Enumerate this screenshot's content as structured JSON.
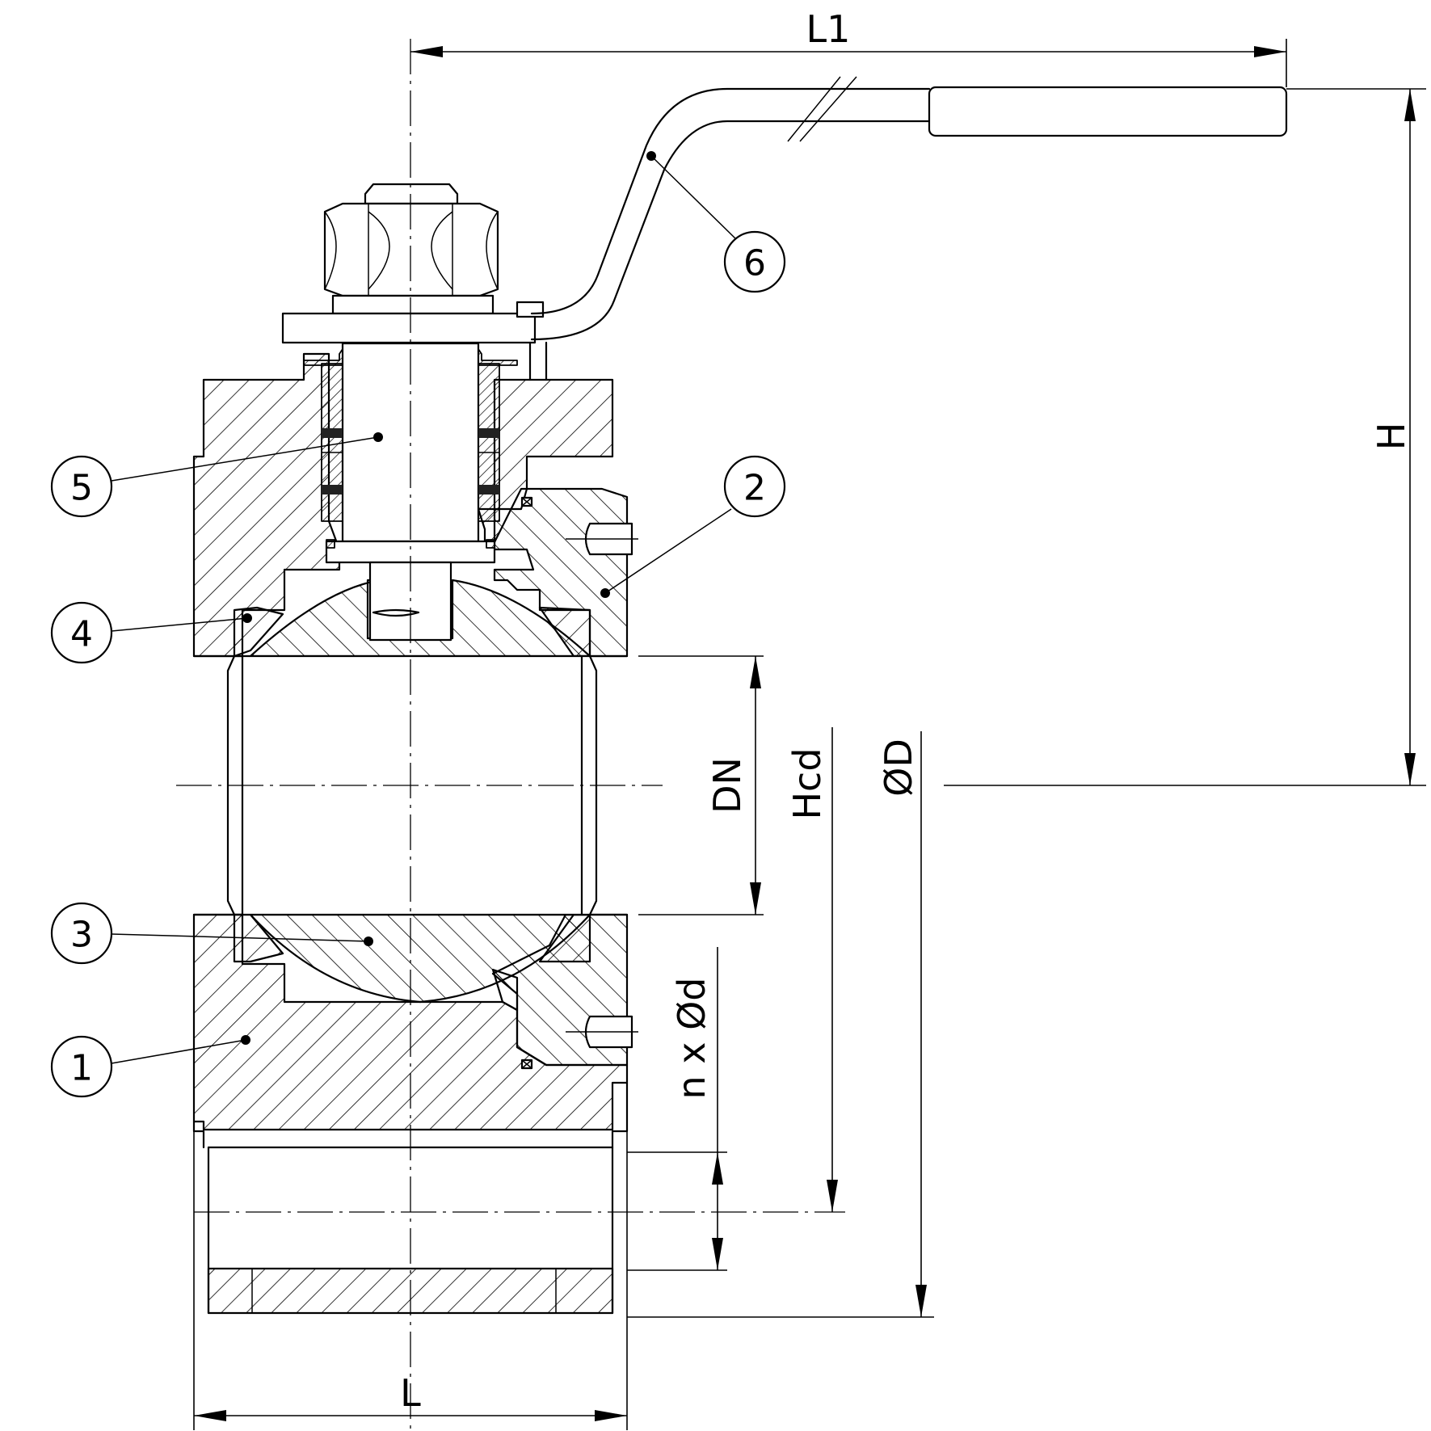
{
  "dimensions": {
    "L1": "L1",
    "L": "L",
    "H": "H",
    "DN": "DN",
    "Hcd": "Hcd",
    "D": "ØD",
    "nd": "n x Ød"
  },
  "parts": [
    {
      "number": "1"
    },
    {
      "number": "2"
    },
    {
      "number": "3"
    },
    {
      "number": "4"
    },
    {
      "number": "5"
    },
    {
      "number": "6"
    }
  ]
}
